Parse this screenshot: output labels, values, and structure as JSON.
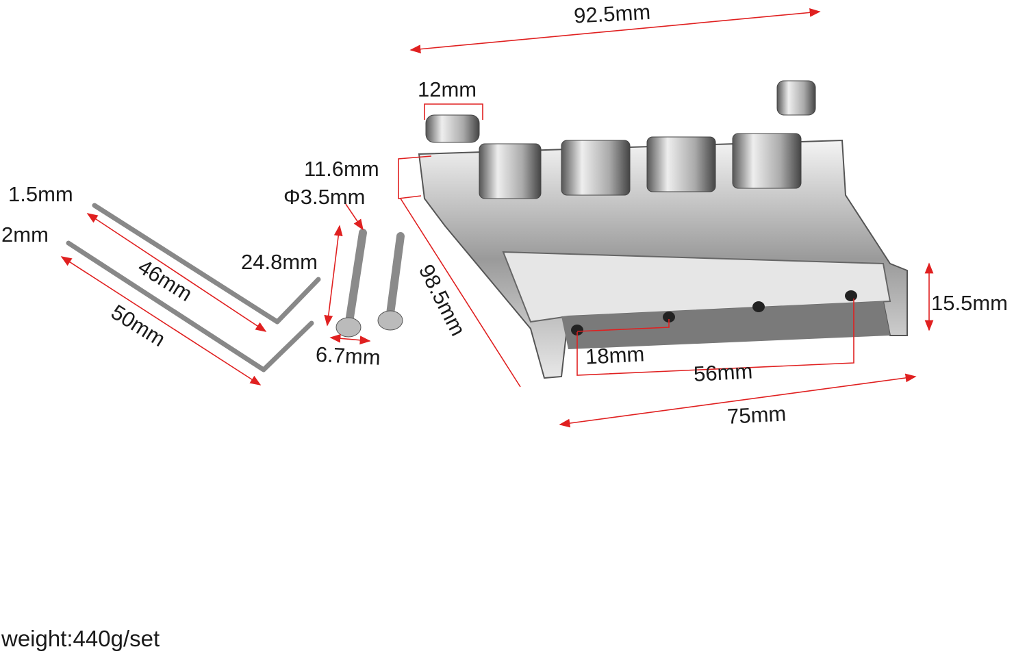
{
  "dimensions": {
    "bridge_width": "92.5mm",
    "saddle_knob": "12mm",
    "bridge_height_rear": "11.6mm",
    "screw_diameter": "Φ3.5mm",
    "wrench_small": "1.5mm",
    "wrench_large": "2mm",
    "screw_length": "24.8mm",
    "wrench_small_length": "46mm",
    "wrench_large_length": "50mm",
    "bridge_length": "98.5mm",
    "screw_head": "6.7mm",
    "string_spacing": "18mm",
    "outer_string_spacing": "56mm",
    "base_width": "75mm",
    "front_height": "15.5mm"
  },
  "weight": "weight:440g/set",
  "colors": {
    "dimension_line": "#e02020",
    "chrome": "#c8c8c8"
  }
}
